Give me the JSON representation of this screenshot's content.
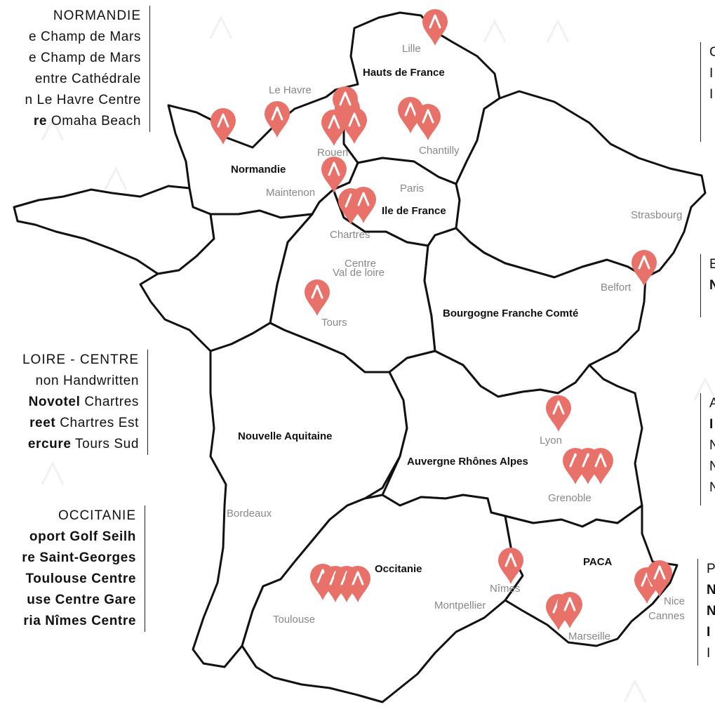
{
  "colors": {
    "pin": "#e8726a",
    "border": "#111111",
    "city_text": "#888888"
  },
  "regions": [
    {
      "name": "Hauts de France"
    },
    {
      "name": "Normandie"
    },
    {
      "name": "Ile de France"
    },
    {
      "name": "Centre"
    },
    {
      "name": "Val de loire"
    },
    {
      "name": "Bourgogne Franche Comté"
    },
    {
      "name": "Nouvelle Aquitaine"
    },
    {
      "name": "Auvergne Rhônes Alpes"
    },
    {
      "name": "Occitanie"
    },
    {
      "name": "PACA"
    }
  ],
  "cities": [
    {
      "name": "Lille"
    },
    {
      "name": "Le Havre"
    },
    {
      "name": "Rouen"
    },
    {
      "name": "Chantilly"
    },
    {
      "name": "Paris"
    },
    {
      "name": "Maintenon"
    },
    {
      "name": "Chartres"
    },
    {
      "name": "Strasbourg"
    },
    {
      "name": "Belfort"
    },
    {
      "name": "Tours"
    },
    {
      "name": "Lyon"
    },
    {
      "name": "Grenoble"
    },
    {
      "name": "Bordeaux"
    },
    {
      "name": "Nîmes"
    },
    {
      "name": "Montpellier"
    },
    {
      "name": "Toulouse"
    },
    {
      "name": "Marseille"
    },
    {
      "name": "Nice"
    },
    {
      "name": "Cannes"
    }
  ],
  "panels": {
    "normandie": {
      "title": "NORMANDIE",
      "hotels": [
        {
          "brand": "",
          "name": "e Champ de Mars"
        },
        {
          "brand": "",
          "name": "e Champ de Mars"
        },
        {
          "brand": "",
          "name": "entre Cathédrale"
        },
        {
          "brand": "",
          "name": "n Le Havre Centre"
        },
        {
          "brand": "re",
          "name": " Omaha Beach"
        }
      ]
    },
    "loire": {
      "title": "LOIRE - CENTRE",
      "hotels": [
        {
          "brand": "",
          "name": "non Handwritten"
        },
        {
          "brand": "Novotel",
          "name": " Chartres"
        },
        {
          "brand": "reet",
          "name": " Chartres Est"
        },
        {
          "brand": "ercure",
          "name": " Tours Sud"
        }
      ]
    },
    "occitanie": {
      "title": "OCCITANIE",
      "hotels": [
        {
          "brand": "",
          "name": "oport Golf Seilh"
        },
        {
          "brand": "",
          "name": "re Saint-Georges"
        },
        {
          "brand": "",
          "name": "Toulouse Centre"
        },
        {
          "brand": "",
          "name": "use Centre Gare"
        },
        {
          "brand": "",
          "name": "ria Nîmes Centre"
        }
      ]
    },
    "hdf": {
      "title": "",
      "hotels": [
        {
          "name": "C"
        },
        {
          "name": "I"
        },
        {
          "name": "I"
        }
      ]
    },
    "bfc": {
      "title": "E",
      "hotels": [
        {
          "name": "N"
        }
      ]
    },
    "ara": {
      "title": "A",
      "hotels": [
        {
          "name": "I"
        },
        {
          "name": "N"
        },
        {
          "name": "N"
        },
        {
          "name": "N"
        }
      ]
    },
    "paca": {
      "title": "P",
      "hotels": [
        {
          "name": "N"
        },
        {
          "name": "N"
        },
        {
          "name": "I"
        },
        {
          "name": "I"
        }
      ]
    }
  },
  "watermark_icon": "logo-chevron-icon",
  "pin_icon": "location-pin-icon"
}
